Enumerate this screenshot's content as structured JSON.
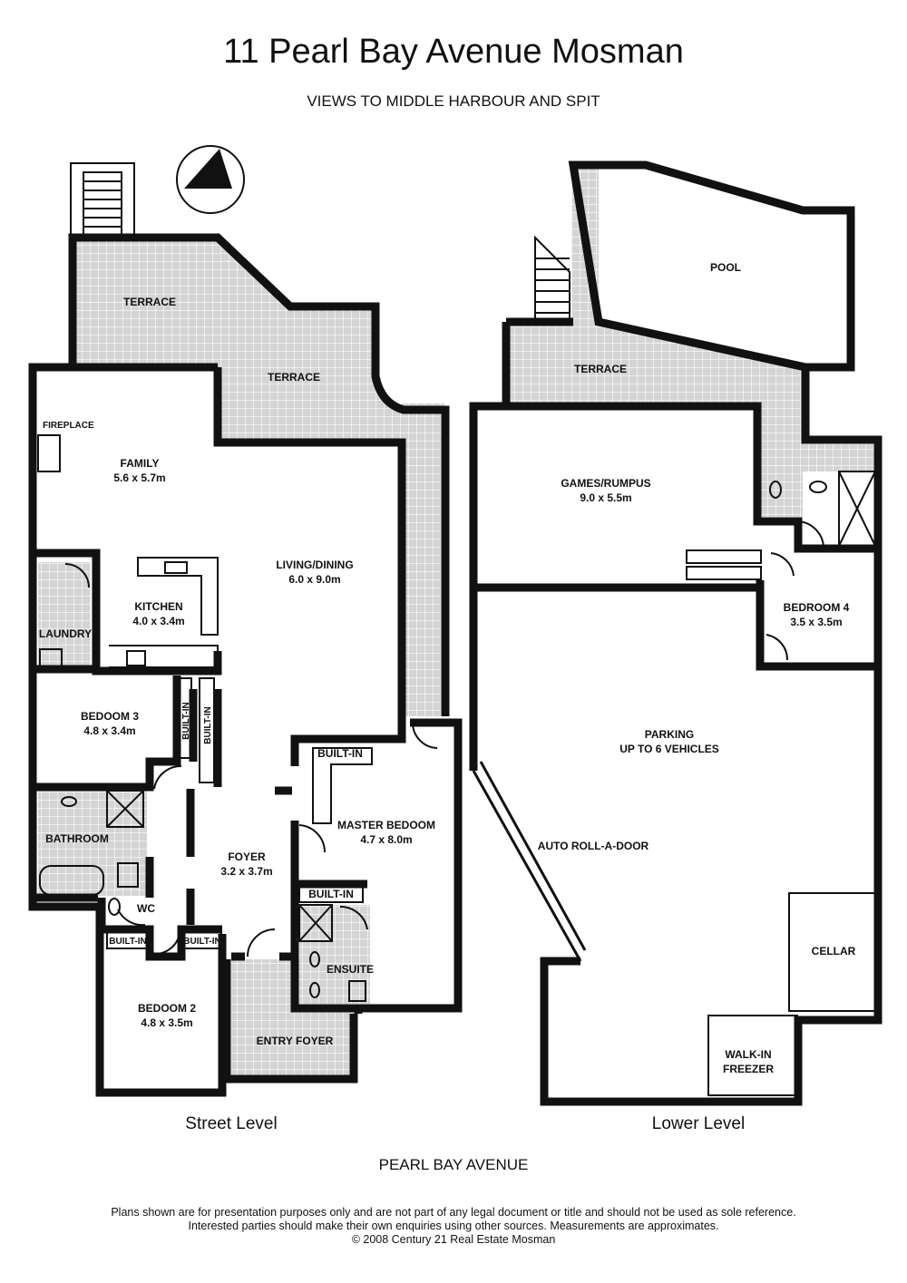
{
  "title": "11 Pearl Bay Avenue Mosman",
  "subtitle": "VIEWS TO MIDDLE HARBOUR AND SPIT",
  "rooms": {
    "terrace_a": "TERRACE",
    "terrace_b": "TERRACE",
    "fireplace": "FIREPLACE",
    "family": "FAMILY",
    "family_dim": "5.6 x 5.7m",
    "living": "LIVING/DINING",
    "living_dim": "6.0 x 9.0m",
    "kitchen": "KITCHEN",
    "kitchen_dim": "4.0 x 3.4m",
    "laundry": "LAUNDRY",
    "bed3": "BEDOOM 3",
    "bed3_dim": "4.8 x 3.4m",
    "builtin_v1": "BUILT-IN",
    "builtin_v2": "BUILT-IN",
    "builtin_master": "BUILT-IN",
    "master": "MASTER BEDOOM",
    "master_dim": "4.7 x 8.0m",
    "bathroom": "BATHROOM",
    "foyer": "FOYER",
    "foyer_dim": "3.2 x 3.7m",
    "wc": "WC",
    "builtin_ensuite": "BUILT-IN",
    "ensuite": "ENSUITE",
    "builtin_bed2a": "BUILT-IN",
    "builtin_bed2b": "BUILT-IN",
    "bed2": "BEDOOM 2",
    "bed2_dim": "4.8 x 3.5m",
    "entry_foyer": "ENTRY FOYER",
    "pool": "POOL",
    "terrace_lower": "TERRACE",
    "games": "GAMES/RUMPUS",
    "games_dim": "9.0  x 5.5m",
    "bed4": "BEDROOM 4",
    "bed4_dim": "3.5 x 3.5m",
    "parking": "PARKING",
    "parking_sub": "UP TO 6 VEHICLES",
    "roll_door": "AUTO ROLL-A-DOOR",
    "cellar": "CELLAR",
    "freezer_1": "WALK-IN",
    "freezer_2": "FREEZER"
  },
  "levels": {
    "street": "Street Level",
    "lower": "Lower Level"
  },
  "road": "PEARL BAY AVENUE",
  "disclaimer": [
    "Plans shown are for presentation purposes only and are not part of any legal document or title and should not be used as sole reference.",
    "Interested parties should make their own enquiries using other sources. Measurements are approximates.",
    "© 2008 Century 21 Real Estate Mosman"
  ],
  "icons": {
    "north": "north-arrow-icon"
  }
}
